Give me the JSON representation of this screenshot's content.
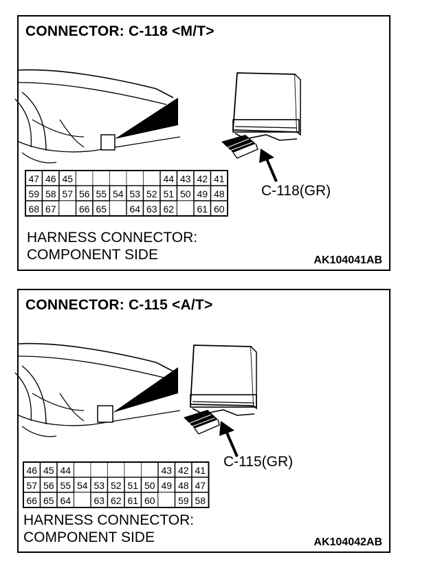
{
  "panels": [
    {
      "title": "CONNECTOR: C-118 <M/T>",
      "connector_label": "C-118(GR)",
      "caption_line1": "HARNESS CONNECTOR:",
      "caption_line2": "COMPONENT SIDE",
      "code": "AK104041AB",
      "pins": [
        [
          "47",
          "46",
          "45",
          "",
          "",
          "",
          "",
          "",
          "44",
          "43",
          "42",
          "41"
        ],
        [
          "59",
          "58",
          "57",
          "56",
          "55",
          "54",
          "53",
          "52",
          "51",
          "50",
          "49",
          "48"
        ],
        [
          "68",
          "67",
          "",
          "66",
          "65",
          "",
          "64",
          "63",
          "62",
          "",
          "61",
          "60"
        ]
      ]
    },
    {
      "title": "CONNECTOR: C-115 <A/T>",
      "connector_label": "C-115(GR)",
      "caption_line1": "HARNESS CONNECTOR:",
      "caption_line2": "COMPONENT SIDE",
      "code": "AK104042AB",
      "pins": [
        [
          "46",
          "45",
          "44",
          "",
          "",
          "",
          "",
          "",
          "43",
          "42",
          "41"
        ],
        [
          "57",
          "56",
          "55",
          "54",
          "53",
          "52",
          "51",
          "50",
          "49",
          "48",
          "47"
        ],
        [
          "66",
          "65",
          "64",
          "",
          "63",
          "62",
          "61",
          "60",
          "",
          "59",
          "58"
        ]
      ]
    }
  ]
}
